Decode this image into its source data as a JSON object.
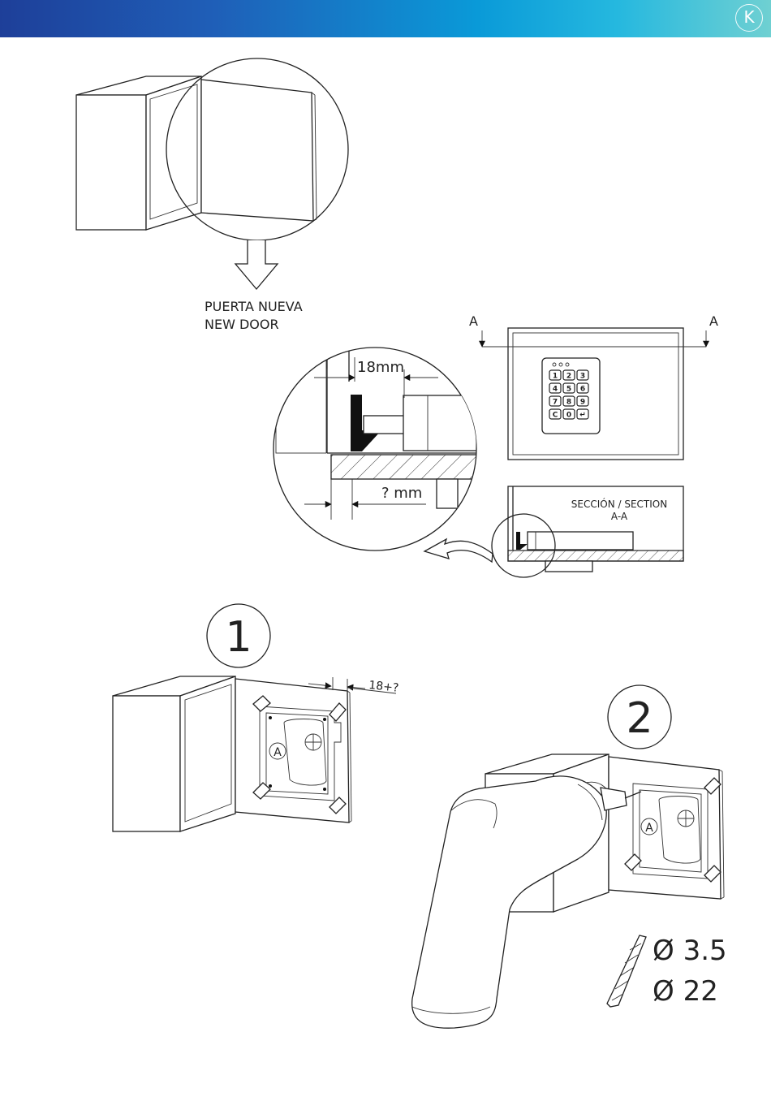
{
  "header": {
    "logo_text": "K",
    "brand_gradient": [
      "#1e3f99",
      "#0a9ad8",
      "#6fd0d2"
    ]
  },
  "new_door": {
    "line1": "PUERTA NUEVA",
    "line2": "NEW DOOR"
  },
  "detail": {
    "dimension_top": "18mm",
    "dimension_bottom": "? mm"
  },
  "section_view": {
    "marker_left": "A",
    "marker_right": "A",
    "section_title": "SECCIÓN / SECTION",
    "section_subtitle": "A-A",
    "keypad_keys": [
      "1",
      "2",
      "3",
      "4",
      "5",
      "6",
      "7",
      "8",
      "9",
      "C",
      "0",
      "↵"
    ]
  },
  "step1": {
    "number": "1",
    "dimension": "18+?",
    "part_label": "A"
  },
  "step2": {
    "number": "2",
    "part_label": "A",
    "drill_small": "Ø 3.5",
    "drill_large": "Ø 22"
  }
}
